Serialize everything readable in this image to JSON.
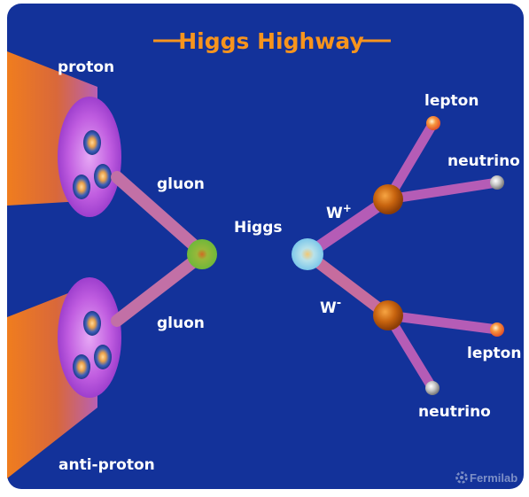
{
  "title": "Higgs Highway",
  "labels": {
    "proton": "proton",
    "anti_proton": "anti-proton",
    "gluon_top": "gluon",
    "gluon_bottom": "gluon",
    "higgs": "Higgs",
    "w_plus": "W",
    "w_plus_sup": "+",
    "w_minus": "W",
    "w_minus_sup": "-",
    "lepton_top": "lepton",
    "neutrino_top": "neutrino",
    "lepton_bottom": "lepton",
    "neutrino_bottom": "neutrino"
  },
  "logo": {
    "text": "Fermilab",
    "icon": "fermilab-logo-icon"
  },
  "colors": {
    "background": "#13329a",
    "title": "#f7941d",
    "beam": "#e8742a",
    "proton_oval": "#b44ddb",
    "gluon_node": "#7ec23e",
    "higgs_node": "#9ed8ef",
    "w_node": "#c9660f",
    "lepton_node": "#f26f2a",
    "neutrino_node": "#c8c8c8",
    "text": "#ffffff"
  }
}
